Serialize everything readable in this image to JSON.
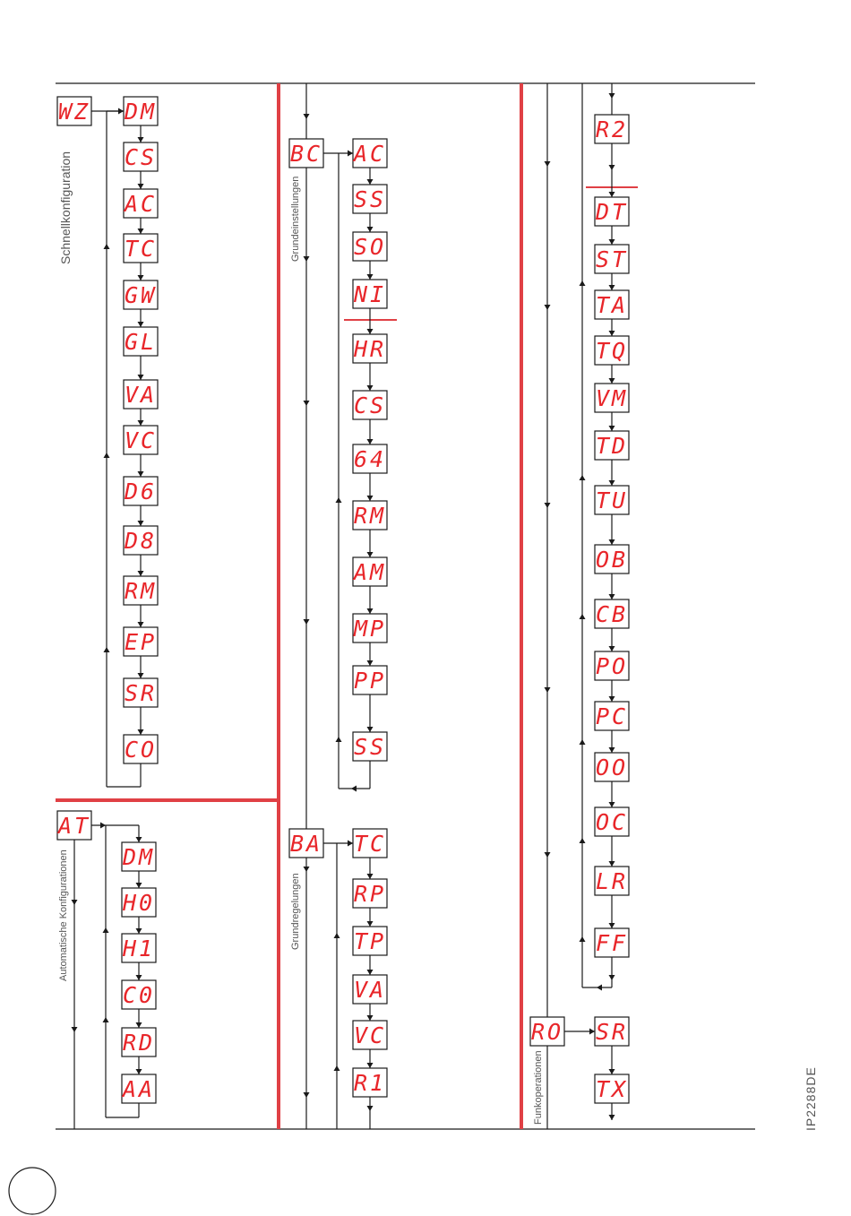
{
  "sections": {
    "schnell": {
      "label": "Schnellkonfiguration",
      "head": "WZ",
      "items": [
        "DM",
        "CS",
        "AC",
        "TC",
        "GW",
        "GL",
        "VA",
        "VC",
        "D6",
        "D8",
        "RM",
        "EP",
        "SR",
        "CO"
      ]
    },
    "auto": {
      "label": "Automatische Konfigurationen",
      "head": "AT",
      "items": [
        "DM",
        "H0",
        "H1",
        "C0",
        "RD",
        "AA"
      ]
    },
    "grundein": {
      "label": "Grundeinstellungen",
      "head": "BC",
      "items": [
        "AC",
        "SS",
        "SO",
        "NI",
        "HR",
        "CS",
        "64",
        "RM",
        "AM",
        "MP",
        "PP",
        "SS"
      ]
    },
    "grundreg": {
      "label": "Grundregelungen",
      "head": "BA",
      "items": [
        "TC",
        "RP",
        "TP",
        "VA",
        "VC",
        "R1"
      ]
    },
    "right": {
      "items": [
        "R2",
        "DT",
        "ST",
        "TA",
        "TQ",
        "VM",
        "TD",
        "TU",
        "OB",
        "CB",
        "PO",
        "PC",
        "OO",
        "OC",
        "LR",
        "FF"
      ]
    },
    "funk": {
      "label": "Funkoperationen",
      "head": "RO",
      "items": [
        "SR",
        "TX"
      ]
    }
  },
  "reference": "IP2288DE",
  "colors": {
    "accent_red": "#e04045",
    "display_red": "#e8262a",
    "line": "#1a1a1a"
  }
}
